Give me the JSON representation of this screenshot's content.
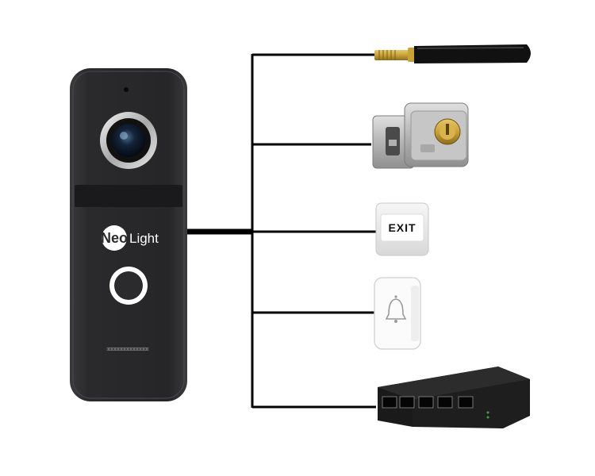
{
  "panel": {
    "brand_left": "Neo",
    "brand_right": "Light",
    "colors": {
      "body": "#2b2b2d",
      "ring": "#d9d9d9",
      "lens": "#0c1a2a"
    }
  },
  "devices": [
    {
      "name": "antenna-icon",
      "label": ""
    },
    {
      "name": "electric-lock-icon",
      "label": ""
    },
    {
      "name": "exit-button",
      "label": "EXIT"
    },
    {
      "name": "doorbell-chime-icon",
      "label": ""
    },
    {
      "name": "poe-switch-icon",
      "label": ""
    }
  ],
  "wiring": {
    "color": "#000000"
  }
}
